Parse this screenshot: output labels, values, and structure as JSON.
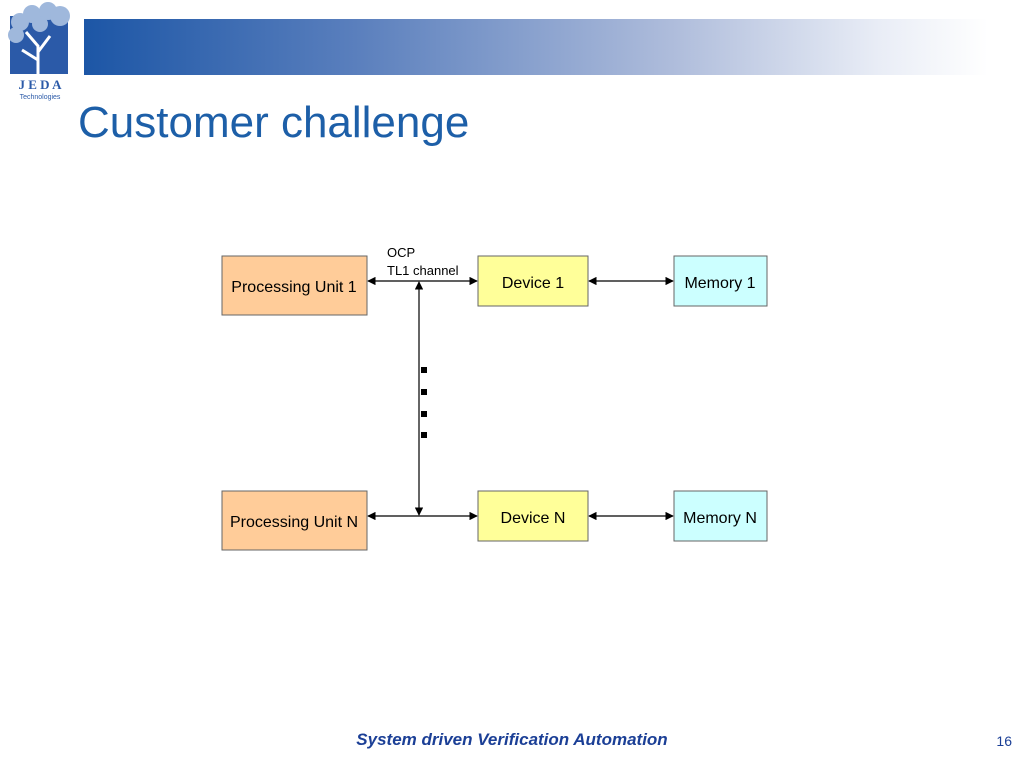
{
  "logo": {
    "name": "J E D A",
    "tagline": "Technologies"
  },
  "slide": {
    "title": "Customer challenge",
    "footer": "System driven Verification Automation",
    "page_number": "16"
  },
  "diagram": {
    "processing_unit_1": "Processing Unit 1",
    "processing_unit_n": "Processing Unit N",
    "device_1": "Device 1",
    "device_n": "Device N",
    "memory_1": "Memory 1",
    "memory_n": "Memory N",
    "channel_label_line1": "OCP",
    "channel_label_line2": "TL1 channel"
  },
  "colors": {
    "processing_fill": "#ffcc99",
    "device_fill": "#ffff99",
    "memory_fill": "#ccffff",
    "title": "#1d5fa8",
    "footer": "#1b3f96"
  }
}
